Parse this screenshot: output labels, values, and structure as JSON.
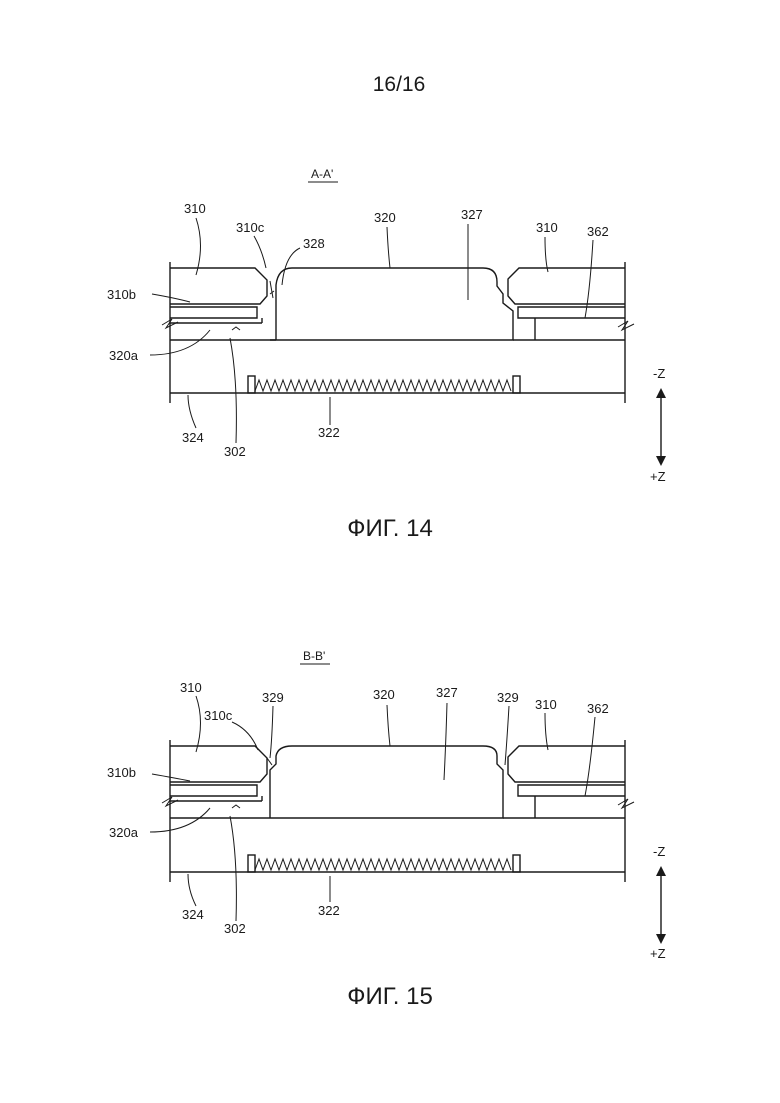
{
  "page_number": "16/16",
  "figures": [
    {
      "caption": "ФИГ. 14",
      "section": "A-A'",
      "labels": {
        "l310_left": "310",
        "l310c": "310c",
        "l328": "328",
        "l320": "320",
        "l327": "327",
        "l310_right": "310",
        "l362": "362",
        "l310b": "310b",
        "l320a": "320a",
        "l324": "324",
        "l302": "302",
        "l322": "322"
      },
      "axis": {
        "minus": "-Z",
        "plus": "+Z"
      }
    },
    {
      "caption": "ФИГ. 15",
      "section": "B-B'",
      "labels": {
        "l310_left": "310",
        "l310c": "310c",
        "l329_left": "329",
        "l320": "320",
        "l327": "327",
        "l329_right": "329",
        "l310_right": "310",
        "l362": "362",
        "l310b": "310b",
        "l320a": "320a",
        "l324": "324",
        "l302": "302",
        "l322": "322"
      },
      "axis": {
        "minus": "-Z",
        "plus": "+Z"
      }
    }
  ]
}
